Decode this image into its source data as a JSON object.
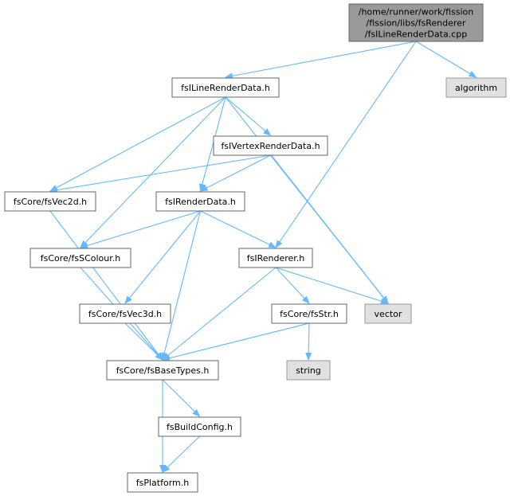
{
  "colors": {
    "edge": "#63b8ff",
    "root_fill": "#999999",
    "root_border": "#666666",
    "node_fill": "#ffffff",
    "node_border": "#666666",
    "external_fill": "#e0e0e0",
    "external_border": "#999999"
  },
  "nodes": [
    {
      "id": "root",
      "kind": "root",
      "lines": [
        "/home/runner/work/fission",
        "/fission/libs/fsRenderer",
        "/fsILineRenderData.cpp"
      ]
    },
    {
      "id": "fsILineRenderData",
      "kind": "file",
      "lines": [
        "fsILineRenderData.h"
      ]
    },
    {
      "id": "algorithm",
      "kind": "external",
      "lines": [
        "algorithm"
      ]
    },
    {
      "id": "fsIVertexRenderData",
      "kind": "file",
      "lines": [
        "fsIVertexRenderData.h"
      ]
    },
    {
      "id": "fsVec2d",
      "kind": "file",
      "lines": [
        "fsCore/fsVec2d.h"
      ]
    },
    {
      "id": "fsIRenderData",
      "kind": "file",
      "lines": [
        "fsIRenderData.h"
      ]
    },
    {
      "id": "fsSColour",
      "kind": "file",
      "lines": [
        "fsCore/fsSColour.h"
      ]
    },
    {
      "id": "fsIRenderer",
      "kind": "file",
      "lines": [
        "fsIRenderer.h"
      ]
    },
    {
      "id": "fsVec3d",
      "kind": "file",
      "lines": [
        "fsCore/fsVec3d.h"
      ]
    },
    {
      "id": "fsStr",
      "kind": "file",
      "lines": [
        "fsCore/fsStr.h"
      ]
    },
    {
      "id": "vector",
      "kind": "external",
      "lines": [
        "vector"
      ]
    },
    {
      "id": "string",
      "kind": "external",
      "lines": [
        "string"
      ]
    },
    {
      "id": "fsBaseTypes",
      "kind": "file",
      "lines": [
        "fsCore/fsBaseTypes.h"
      ]
    },
    {
      "id": "fsBuildConfig",
      "kind": "file",
      "lines": [
        "fsBuildConfig.h"
      ]
    },
    {
      "id": "fsPlatform",
      "kind": "file",
      "lines": [
        "fsPlatform.h"
      ]
    }
  ],
  "edges": [
    {
      "from": "root",
      "to": "fsILineRenderData"
    },
    {
      "from": "root",
      "to": "algorithm"
    },
    {
      "from": "root",
      "to": "fsIRenderer"
    },
    {
      "from": "fsILineRenderData",
      "to": "fsVec2d"
    },
    {
      "from": "fsILineRenderData",
      "to": "fsIVertexRenderData"
    },
    {
      "from": "fsILineRenderData",
      "to": "fsIRenderData"
    },
    {
      "from": "fsILineRenderData",
      "to": "fsSColour"
    },
    {
      "from": "fsILineRenderData",
      "to": "vector"
    },
    {
      "from": "fsIVertexRenderData",
      "to": "fsVec2d"
    },
    {
      "from": "fsIVertexRenderData",
      "to": "fsIRenderData"
    },
    {
      "from": "fsIVertexRenderData",
      "to": "vector"
    },
    {
      "from": "fsVec2d",
      "to": "fsBaseTypes"
    },
    {
      "from": "fsIRenderData",
      "to": "fsSColour"
    },
    {
      "from": "fsIRenderData",
      "to": "fsIRenderer"
    },
    {
      "from": "fsIRenderData",
      "to": "fsVec3d"
    },
    {
      "from": "fsIRenderData",
      "to": "fsBaseTypes"
    },
    {
      "from": "fsSColour",
      "to": "fsBaseTypes"
    },
    {
      "from": "fsIRenderer",
      "to": "fsStr"
    },
    {
      "from": "fsIRenderer",
      "to": "vector"
    },
    {
      "from": "fsIRenderer",
      "to": "fsBaseTypes"
    },
    {
      "from": "fsVec3d",
      "to": "fsBaseTypes"
    },
    {
      "from": "fsStr",
      "to": "fsBaseTypes"
    },
    {
      "from": "fsStr",
      "to": "string"
    },
    {
      "from": "fsBaseTypes",
      "to": "fsBuildConfig"
    },
    {
      "from": "fsBaseTypes",
      "to": "fsPlatform"
    },
    {
      "from": "fsBuildConfig",
      "to": "fsPlatform"
    }
  ]
}
